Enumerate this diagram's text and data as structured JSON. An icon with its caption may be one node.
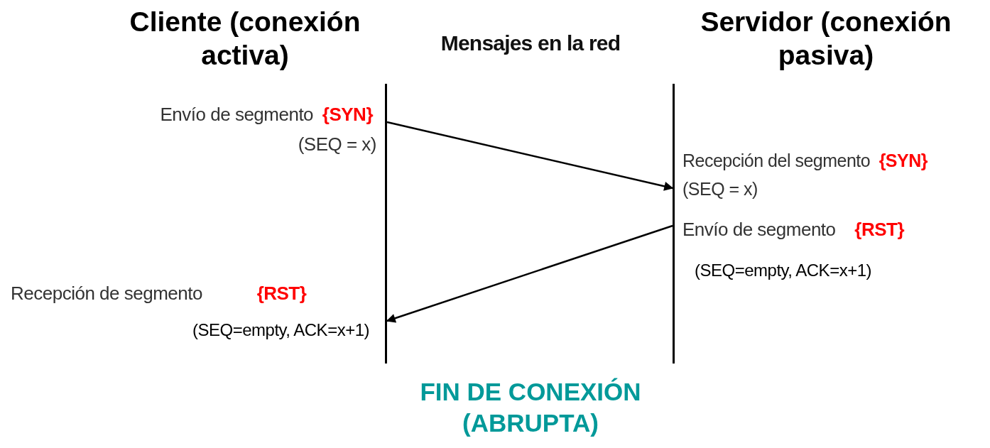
{
  "diagram": {
    "title": "Mensajes en la red",
    "caption": "FIN DE CONEXIÓN (ABRUPTA)",
    "nodes": [
      {
        "text": [],
        "shape": "bar"
      },
      {
        "text": [],
        "shape": "bar"
      }
    ],
    "edges": [
      {
        "from": 0,
        "to": 1,
        "arrow": "to"
      },
      {
        "from": 1,
        "to": 0,
        "arrow": "to"
      }
    ],
    "labels": [
      "Cliente (conexión activa)",
      "Servidor (conexión pasiva)",
      "Envío de segmento **{SYN}**",
      "(SEQ = x)",
      "Recepción del segmento **{SYN}**",
      "(SEQ = x)",
      "Envío de  segmento **{RST}**",
      "(SEQ=empty, ACK=x+1)",
      "Recepción de segmento **{RST}**",
      "(SEQ=empty, ACK=x+1)"
    ]
  }
}
